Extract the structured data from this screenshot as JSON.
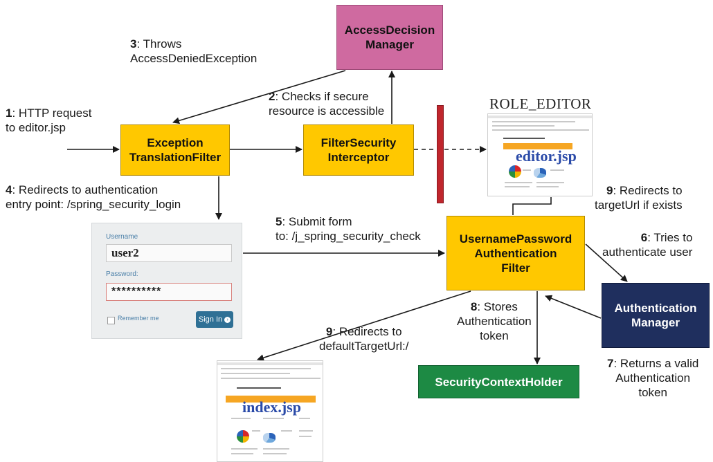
{
  "nodes": {
    "access_decision_manager": [
      "AccessDecision",
      "Manager"
    ],
    "exception_translation_filter": [
      "Exception",
      "TranslationFilter"
    ],
    "filter_security_interceptor": [
      "FilterSecurity",
      "Interceptor"
    ],
    "username_password_auth_filter": [
      "UsernamePassword",
      "Authentication",
      "Filter"
    ],
    "authentication_manager": [
      "Authentication",
      "Manager"
    ],
    "security_context_holder": "SecurityContextHolder"
  },
  "steps": [
    {
      "num": "1",
      "lines": [
        ": HTTP request",
        "to editor.jsp"
      ]
    },
    {
      "num": "2",
      "lines": [
        ": Checks if secure",
        "resource is accessible"
      ]
    },
    {
      "num": "3",
      "lines": [
        ": Throws",
        "AccessDeniedException"
      ]
    },
    {
      "num": "4",
      "lines": [
        ": Redirects to authentication",
        "entry point: /spring_security_login"
      ]
    },
    {
      "num": "5",
      "lines": [
        ": Submit form",
        "to: /j_spring_security_check"
      ]
    },
    {
      "num": "6",
      "lines": [
        ": Tries to",
        "authenticate user"
      ]
    },
    {
      "num": "7",
      "lines": [
        ": Returns a valid",
        "Authentication",
        "token"
      ]
    },
    {
      "num": "8",
      "lines": [
        ": Stores",
        "Authentication",
        "token"
      ]
    },
    {
      "num": "9",
      "lines": [
        ": Redirects to",
        "targetUrl if exists"
      ]
    },
    {
      "num": "9",
      "lines": [
        ": Redirects to",
        "defaultTargetUrl:/"
      ]
    }
  ],
  "login_form": {
    "username_label": "Username",
    "username_value": "user2",
    "password_label": "Password:",
    "password_value": "**********",
    "remember_label": "Remember me",
    "signin_label": "Sign In"
  },
  "thumbnails": {
    "role_editor_caption": "ROLE_EDITOR",
    "editor_page": "editor.jsp",
    "index_page": "index.jsp"
  },
  "colors": {
    "filter_box": "#ffc800",
    "access_decision_manager": "#cf6aa0",
    "authentication_manager": "#1f2f5e",
    "security_context_holder": "#1d8a44",
    "barrier": "#c0262d"
  }
}
